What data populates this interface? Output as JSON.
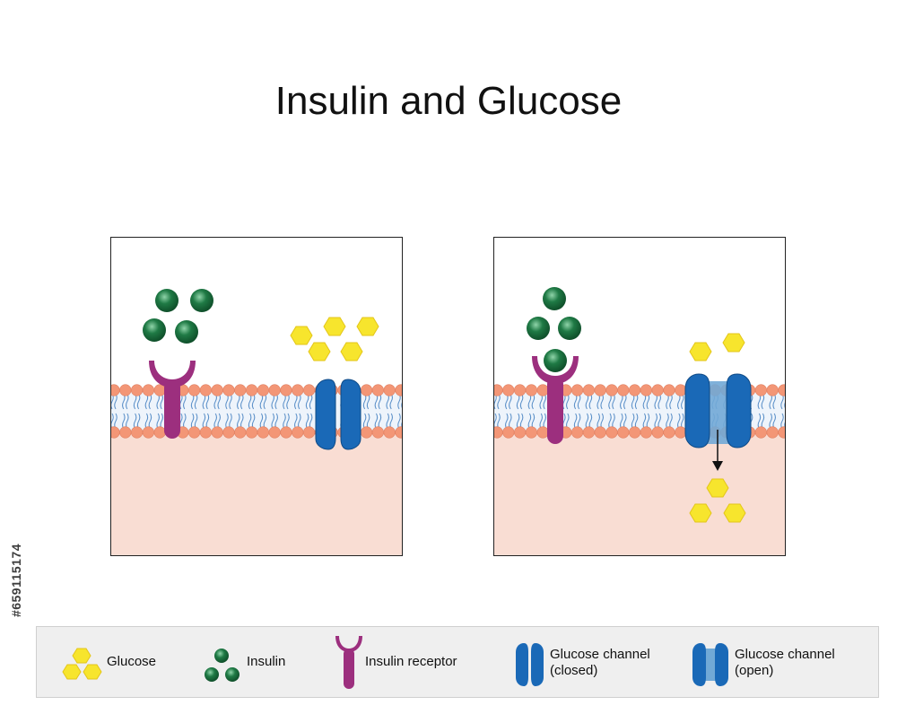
{
  "title": "Insulin and Glucose",
  "side_stamp": "#659115174",
  "colors": {
    "glucose": "#f7e52d",
    "glucose_stroke": "#e3c51a",
    "insulin": "#1f7a45",
    "insulin_dark": "#0f4f2a",
    "receptor": "#9c2f7e",
    "channel": "#1a69b7",
    "channel_open_fill": "#71a9d6",
    "phospholipid_head": "#f39676",
    "lipid_tail": "#5a8fc8",
    "cytoplasm": "#f9ddd3"
  },
  "icons": {
    "glucose": "glucose-hexagon-icon",
    "insulin": "insulin-molecule-icon",
    "receptor": "insulin-receptor-icon",
    "channel_closed": "glucose-channel-closed-icon",
    "channel_open": "glucose-channel-open-icon",
    "arrow": "arrow-down-icon"
  },
  "legend": {
    "glucose": "Glucose",
    "insulin": "Insulin",
    "receptor": "Insulin receptor",
    "channel_closed_line1": "Glucose channel",
    "channel_closed_line2": "(closed)",
    "channel_open_line1": "Glucose channel",
    "channel_open_line2": "(open)"
  }
}
